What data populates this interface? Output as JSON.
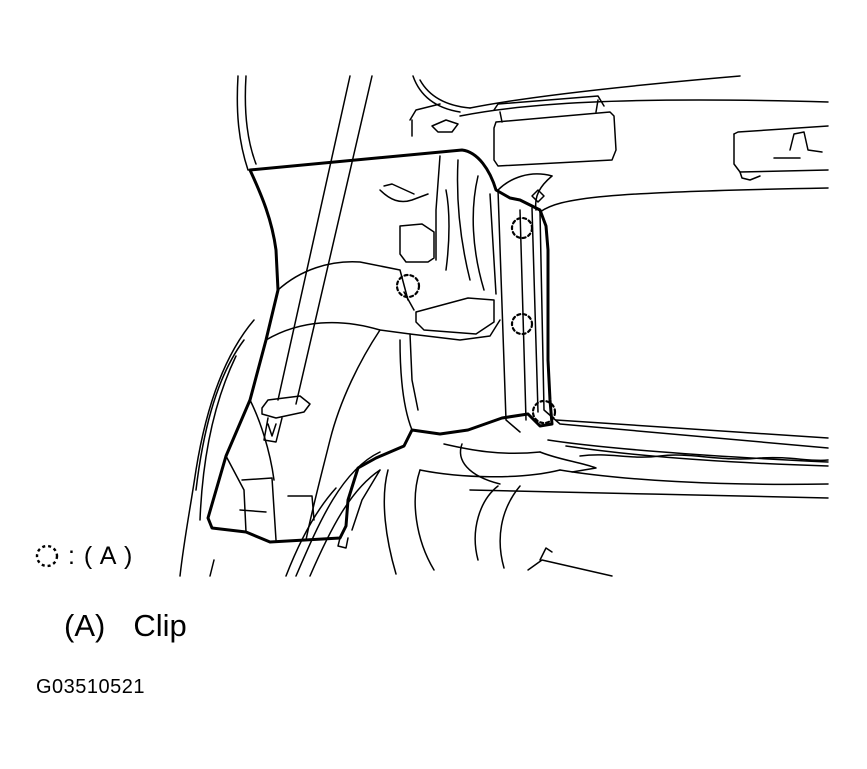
{
  "legend": {
    "symbol_icon": "dashed-circle-icon",
    "text": ": ( A )"
  },
  "callout": {
    "letter": "(A)",
    "label": "Clip"
  },
  "figure_id": "G03510521",
  "clips": [
    {
      "name": "clip-upper-left"
    },
    {
      "name": "clip-pillar-upper"
    },
    {
      "name": "clip-pillar-middle"
    },
    {
      "name": "clip-pillar-lower"
    }
  ]
}
